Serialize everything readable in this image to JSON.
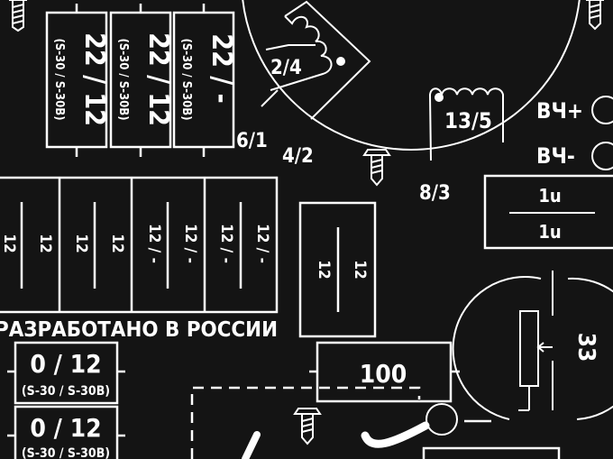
{
  "fuse_boxes_top": [
    {
      "value": "22 / 12",
      "type": "(S-30 / S-30B)"
    },
    {
      "value": "22 / 12",
      "type": "(S-30 / S-30B)"
    },
    {
      "value": "22 / -",
      "type": "(S-30 / S-30B)"
    }
  ],
  "coil_labels": {
    "coil_a": "2/4",
    "coil_b": "13/5",
    "pin_61": "6/1",
    "pin_42": "4/2",
    "pin_83": "8/3"
  },
  "hf_terminals": {
    "plus": "ВЧ+",
    "minus": "ВЧ-"
  },
  "capacitor": {
    "top": "1u",
    "bottom": "1u"
  },
  "switch_blocks": [
    {
      "left": "12",
      "right": "12"
    },
    {
      "left": "12",
      "right": "12"
    },
    {
      "left": "12 / -",
      "right": "12 / -"
    },
    {
      "left": "12 / -",
      "right": "12 / -"
    }
  ],
  "center_block": {
    "left": "12",
    "right": "12"
  },
  "made_in": "РАЗРАБОТАНО В РОССИИ",
  "fuse_boxes_bottom": [
    {
      "value": "0 / 12",
      "type": "(S-30 / S-30B)"
    },
    {
      "value": "0 / 12",
      "type": "(S-30 / S-30B)"
    }
  ],
  "resistor": "100",
  "potentiometer": "33"
}
